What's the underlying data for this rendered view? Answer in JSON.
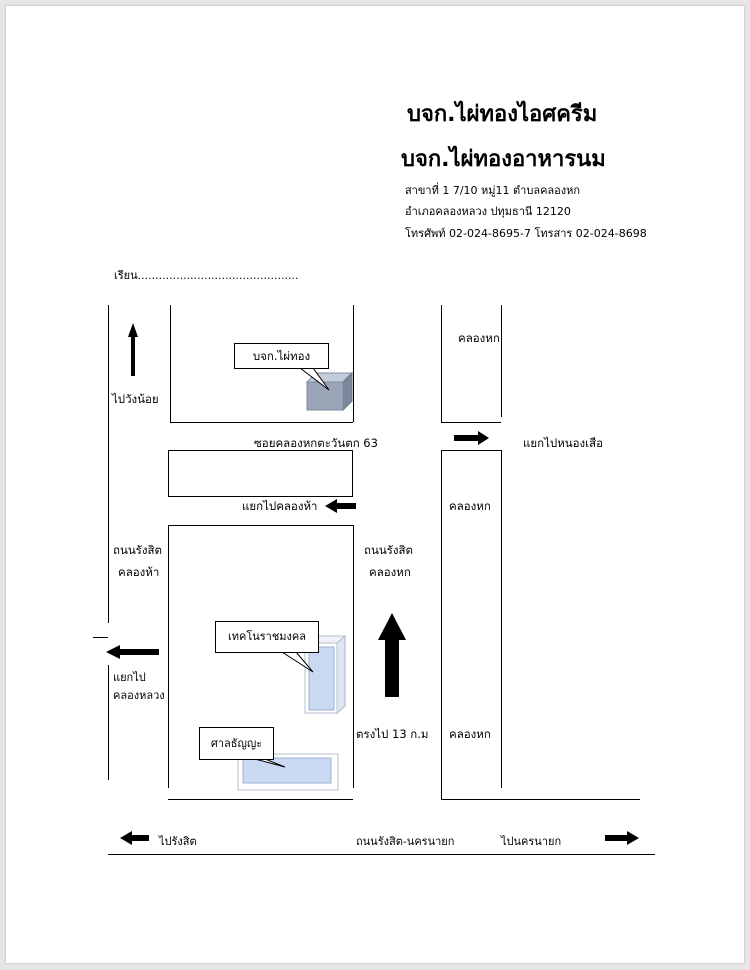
{
  "header": {
    "company_1": "บจก.ไผ่ทองไอศครีม",
    "company_2": "บจก.ไผ่ทองอาหารนม",
    "address_1": "สาขาที่ 1      7/10 หมู่11 ตำบลคลองหก",
    "address_2": "อำเภอคลองหลวง ปทุมธานี 12120",
    "phone": "โทรศัพท์ 02-024-8695-7 โทรสาร 02-024-8698"
  },
  "salutation": "เรียน..............................................",
  "map": {
    "to_wang_noi": "ไปวังน้อย",
    "callout_company": "บจก.ไผ่ทอง",
    "klong_hok_top": "คลองหก",
    "soi_name": "ซอยคลองหกตะวันตก 63",
    "to_nong_suea": "แยกไปหนองเสือ",
    "to_klong_ha": "แยกไปคลองห้า",
    "klong_hok_mid": "คลองหก",
    "road_rangsit_klongha_1": "ถนนรังสิต",
    "road_rangsit_klongha_2": "คลองห้า",
    "road_rangsit_klonghok_1": "ถนนรังสิต",
    "road_rangsit_klonghok_2": "คลองหก",
    "callout_university": "เทคโนราชมงคล",
    "to_klong_luang_1": "แยกไป",
    "to_klong_luang_2": "คลองหลวง",
    "straight_13km": "ตรงไป  13 ก.ม",
    "klong_hok_bottom": "คลองหก",
    "callout_court": "ศาลธัญญะ",
    "to_rangsit": "ไปรังสิต",
    "road_rangsit_nakhon_nayok": "ถนนรังสิต-นครนายก",
    "to_nakhon_nayok": "ไปนครนายก"
  },
  "colors": {
    "building_grey": "#9aa6b8",
    "building_blue": "#c9d9f2"
  }
}
